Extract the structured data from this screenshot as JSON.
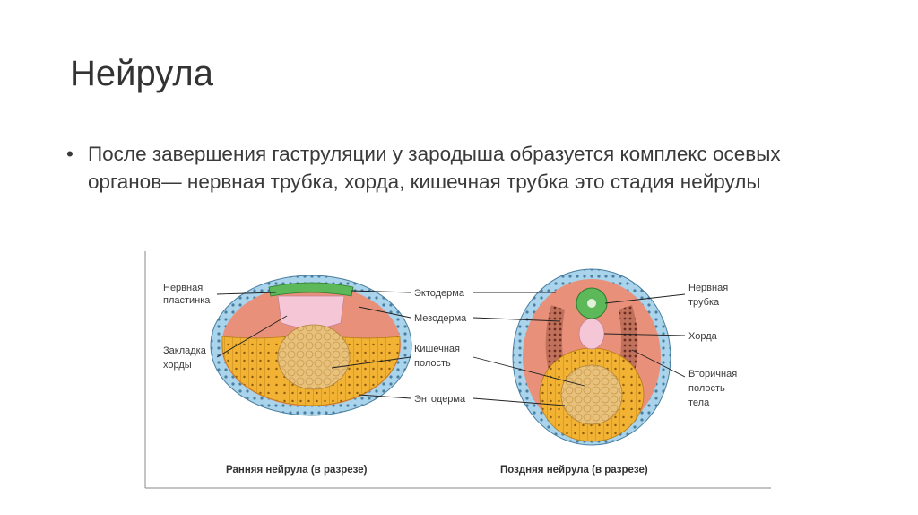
{
  "slide": {
    "title": "Нейрула",
    "bullet_text": "После завершения гаструляции у зародыша образуется комплекс осевых органов— нервная трубка, хорда, кишечная трубка это стадия нейрулы",
    "bullet_marker": "•"
  },
  "figure": {
    "labels_left": {
      "neural_plate_line1": "Нервная",
      "neural_plate_line2": "пластинка",
      "notochord_anlage_line1": "Закладка",
      "notochord_anlage_line2": "хорды"
    },
    "labels_center": {
      "ectoderm": "Эктодерма",
      "mesoderm": "Мезодерма",
      "gut_cavity_line1": "Кишечная",
      "gut_cavity_line2": "полость",
      "endoderm": "Энтодерма"
    },
    "labels_right": {
      "neural_tube_line1": "Нервная",
      "neural_tube_line2": "трубка",
      "notochord": "Хорда",
      "coelom_line1": "Вторичная",
      "coelom_line2": "полость",
      "coelom_line3": "тела"
    },
    "captions": {
      "early": "Ранняя нейрула (в разрезе)",
      "late": "Поздняя нейрула (в разрезе)"
    },
    "colors": {
      "ectoderm": "#a9d4ec",
      "neural": "#5db85a",
      "mesoderm": "#e9907a",
      "notochord": "#f4c6d6",
      "endoderm": "#f2b233",
      "yolk": "#e8c27c",
      "coelom": "#b05a48"
    }
  }
}
